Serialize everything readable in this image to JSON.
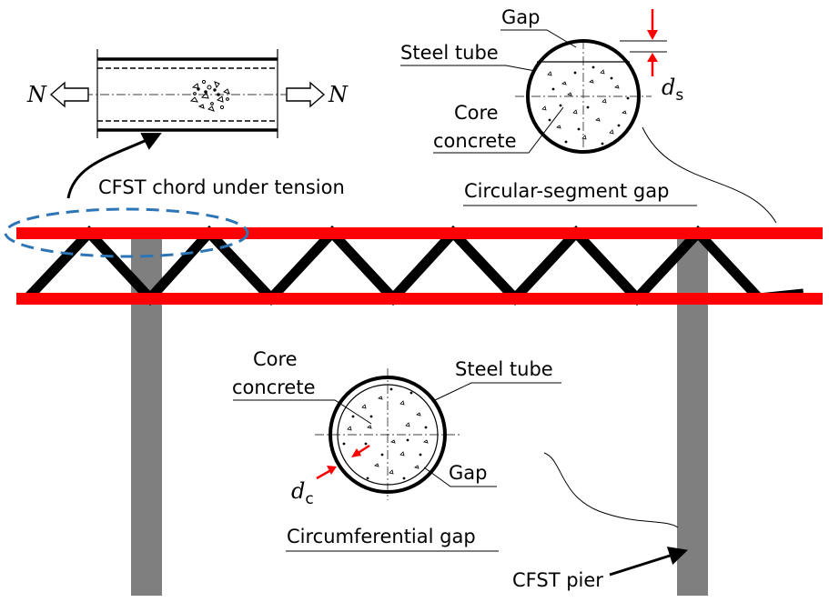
{
  "colors": {
    "chord": "#ff0000",
    "web": "#000000",
    "pier": "#7f7f7f",
    "ellipse": "#2e75b6",
    "arrow": "#ff0000"
  },
  "labels": {
    "force_left": "N",
    "force_right": "N",
    "chord_caption": "CFST chord under tension",
    "top_gap": "Gap",
    "top_steel_tube": "Steel tube",
    "top_core_line1": "Core",
    "top_core_line2": "concrete",
    "ds_main": "d",
    "ds_sub": "s",
    "top_caption": "Circular-segment gap",
    "bottom_core_line1": "Core",
    "bottom_core_line2": "concrete",
    "bottom_steel_tube": "Steel tube",
    "bottom_gap": "Gap",
    "dc_main": "d",
    "dc_sub": "c",
    "bottom_caption": "Circumferential gap",
    "pier_caption": "CFST pier"
  }
}
